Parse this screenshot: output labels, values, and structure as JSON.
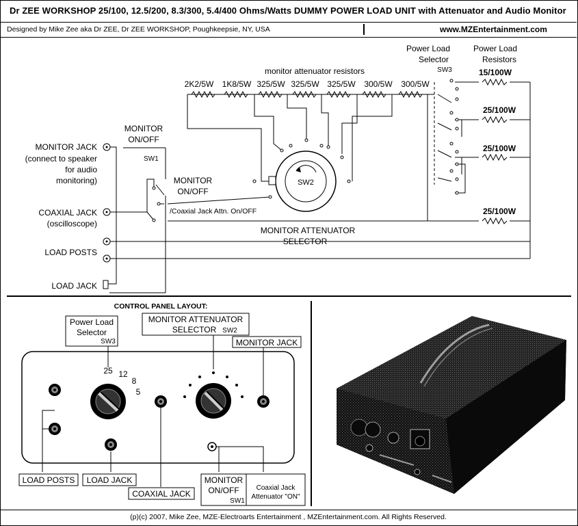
{
  "header": {
    "title": "Dr ZEE WORKSHOP 25/100, 12.5/200, 8.3/300, 5.4/400 Ohms/Watts DUMMY POWER LOAD UNIT with Attenuator and Audio Monitor",
    "designer": "Designed by Mike Zee aka Dr ZEE, Dr ZEE WORKSHOP, Poughkeepsie, NY, USA",
    "website": "www.MZEntertainment.com"
  },
  "schematic": {
    "monitor_jack": [
      "MONITOR JACK",
      "(connect to speaker",
      "for audio",
      "monitoring)"
    ],
    "monitor_onoff_top": [
      "MONITOR",
      "ON/OFF"
    ],
    "sw1": "SW1",
    "monitor_onoff_mid": [
      "MONITOR",
      "ON/OFF"
    ],
    "coaxial_jack": [
      "COAXIAL JACK",
      "(oscilloscope)"
    ],
    "coax_attn": "/Coaxial Jack Attn. On/OFF",
    "load_posts": "LOAD POSTS",
    "load_jack": "LOAD JACK",
    "attenuator_resistors_label": "monitor attenuator resistors",
    "resistor_values": [
      "2K2/5W",
      "1K8/5W",
      "325/5W",
      "325/5W",
      "325/5W",
      "300/5W",
      "300/5W"
    ],
    "sw2": "SW2",
    "selector_label": [
      "MONITOR ATTENUATOR",
      "SELECTOR"
    ],
    "power_selector": [
      "Power Load",
      "Selector",
      "SW3"
    ],
    "power_resistors": [
      "Power Load",
      "Resistors"
    ],
    "load_resistor_values": [
      "15/100W",
      "25/100W",
      "25/100W",
      "25/100W"
    ]
  },
  "panel": {
    "title": "CONTROL PANEL LAYOUT:",
    "power_selector": [
      "Power Load",
      "Selector",
      "SW3"
    ],
    "power_values": [
      "25",
      "12",
      "8",
      "5"
    ],
    "attenuator": [
      "MONITOR ATTENUATOR",
      "SELECTOR",
      "SW2"
    ],
    "monitor_jack": "MONITOR JACK",
    "load_posts": "LOAD POSTS",
    "load_jack": "LOAD JACK",
    "coaxial_jack": "COAXIAL JACK",
    "monitor_onoff": [
      "MONITOR",
      "ON/OFF",
      "SW1"
    ],
    "coax_attenuator": [
      "Coaxial Jack",
      "Attenuator \"ON\""
    ]
  },
  "photo": {
    "subject": "dummy load unit enclosure photo"
  },
  "footer": {
    "copyright": "(p)(c) 2007, Mike Zee, MZE-Electroarts Entertainment , MZEntertainment.com. All Rights Reserved."
  }
}
